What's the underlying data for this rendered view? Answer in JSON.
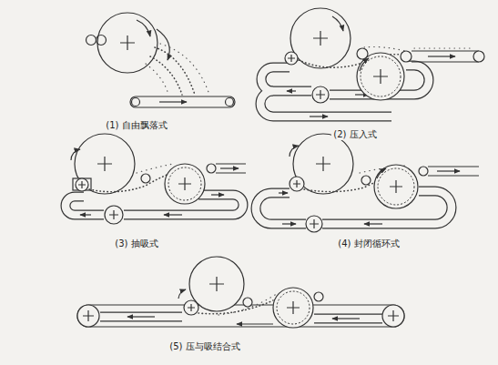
{
  "diagram": {
    "labels": [
      "(1) 自由飘落式",
      "(2) 压入式",
      "(3) 抽吸式",
      "(4) 封闭循环式",
      "(5) 压与吸结合式"
    ]
  }
}
